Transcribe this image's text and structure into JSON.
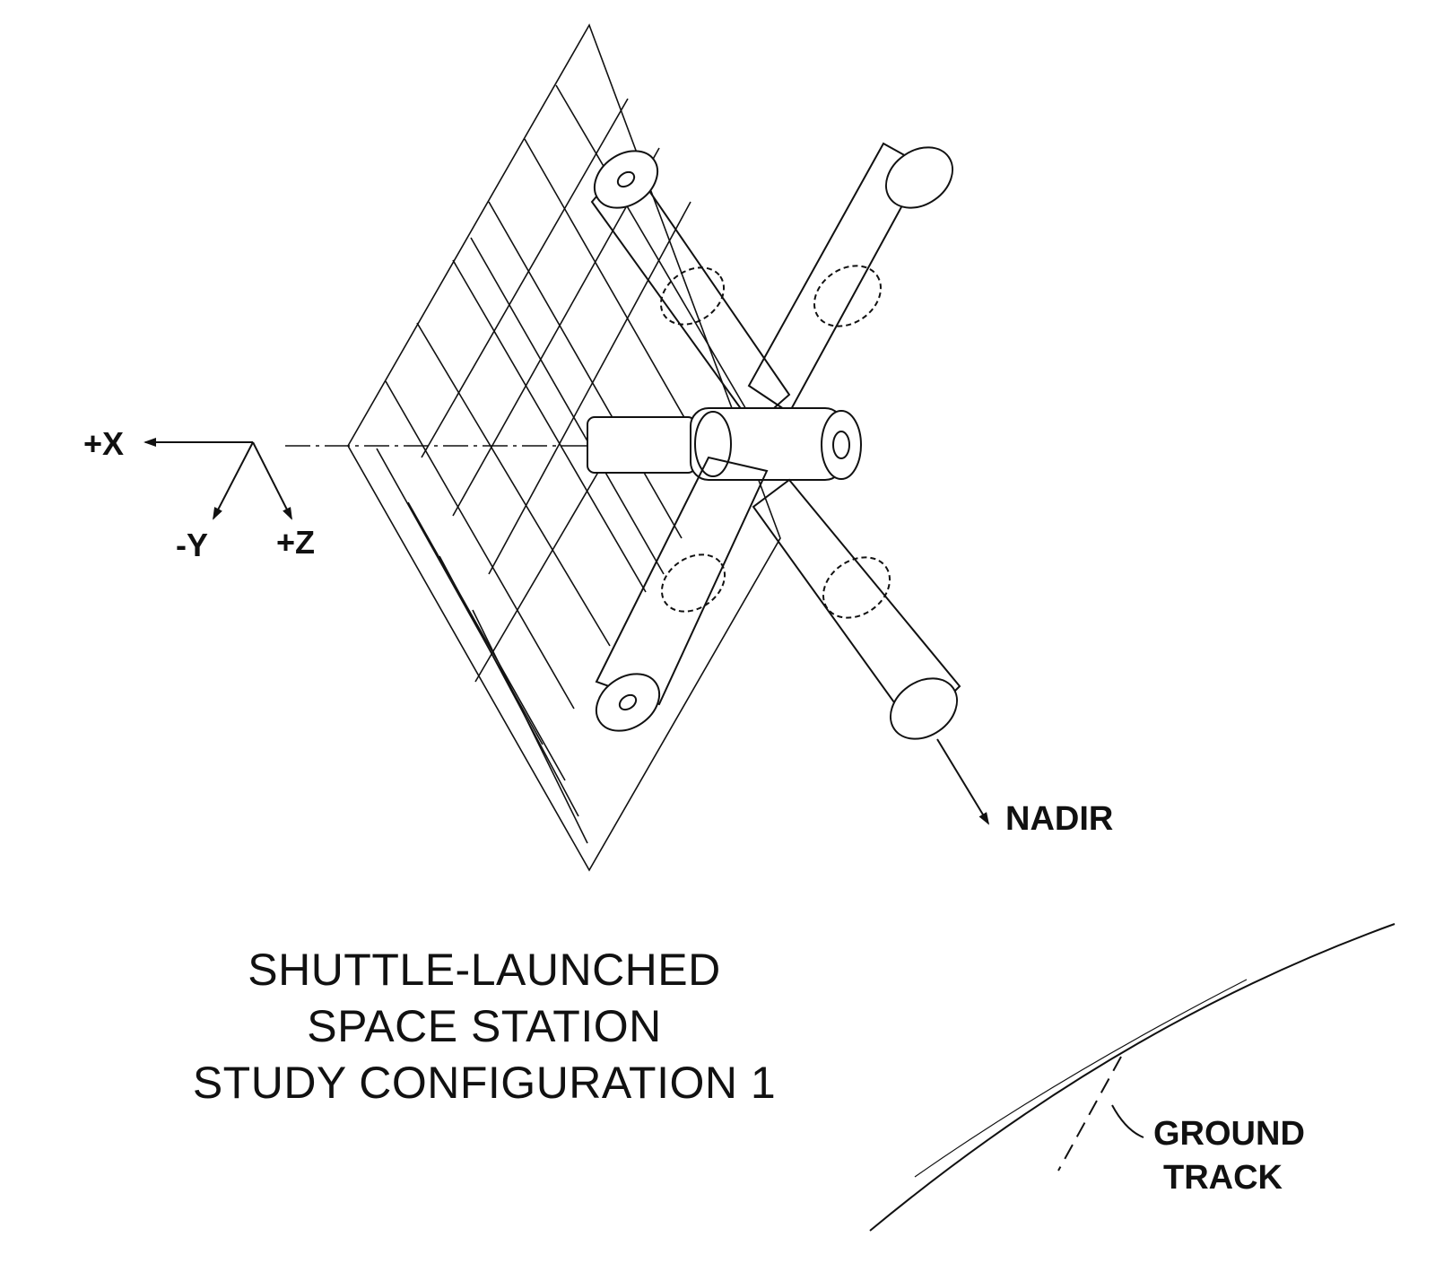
{
  "axes": {
    "x_label": "+X",
    "y_label": "-Y",
    "z_label": "+Z"
  },
  "nadir_label": "NADIR",
  "title": [
    "SHUTTLE-LAUNCHED",
    "SPACE STATION",
    "STUDY CONFIGURATION 1"
  ],
  "ground_track_label": [
    "GROUND",
    "TRACK"
  ],
  "colors": {
    "ink": "#111111",
    "paper": "#ffffff"
  }
}
